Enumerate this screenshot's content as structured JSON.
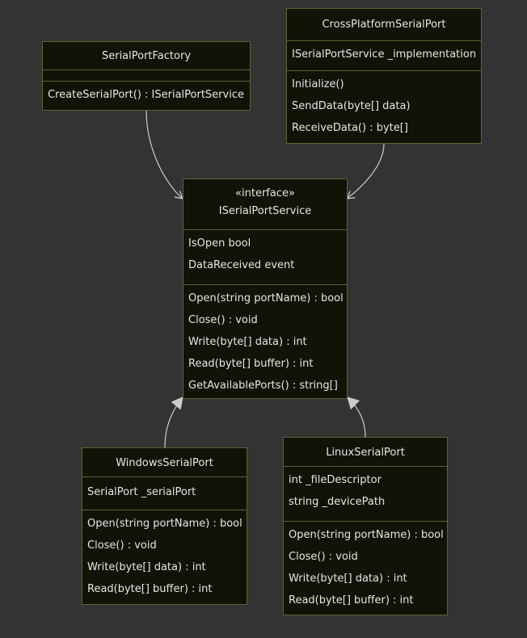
{
  "classes": [
    {
      "id": "factory",
      "stereotype": "",
      "name": "SerialPortFactory",
      "attributes": [],
      "methods": [
        "CreateSerialPort() : ISerialPortService"
      ]
    },
    {
      "id": "crossplatform",
      "stereotype": "",
      "name": "CrossPlatformSerialPort",
      "attributes": [
        "ISerialPortService _implementation"
      ],
      "methods": [
        "Initialize()",
        "SendData(byte[] data)",
        "ReceiveData() : byte[]"
      ]
    },
    {
      "id": "iservice",
      "stereotype": "«interface»",
      "name": "ISerialPortService",
      "attributes": [
        "IsOpen bool",
        "DataReceived event"
      ],
      "methods": [
        "Open(string portName) : bool",
        "Close() : void",
        "Write(byte[] data) : int",
        "Read(byte[] buffer) : int",
        "GetAvailablePorts() : string[]"
      ]
    },
    {
      "id": "windows",
      "stereotype": "",
      "name": "WindowsSerialPort",
      "attributes": [
        "SerialPort _serialPort"
      ],
      "methods": [
        "Open(string portName) : bool",
        "Close() : void",
        "Write(byte[] data) : int",
        "Read(byte[] buffer) : int"
      ]
    },
    {
      "id": "linux",
      "stereotype": "",
      "name": "LinuxSerialPort",
      "attributes": [
        "int _fileDescriptor",
        "string _devicePath"
      ],
      "methods": [
        "Open(string portName) : bool",
        "Close() : void",
        "Write(byte[] data) : int",
        "Read(byte[] buffer) : int"
      ]
    }
  ],
  "relations": [
    {
      "from": "factory",
      "to": "iservice",
      "kind": "dependency"
    },
    {
      "from": "crossplatform",
      "to": "iservice",
      "kind": "dependency"
    },
    {
      "from": "windows",
      "to": "iservice",
      "kind": "realization"
    },
    {
      "from": "linux",
      "to": "iservice",
      "kind": "realization"
    }
  ],
  "colors": {
    "background": "#333333",
    "box_fill": "#121207",
    "box_border": "#5f6331",
    "text": "#e6e6e6",
    "edge": "#cccccc"
  }
}
